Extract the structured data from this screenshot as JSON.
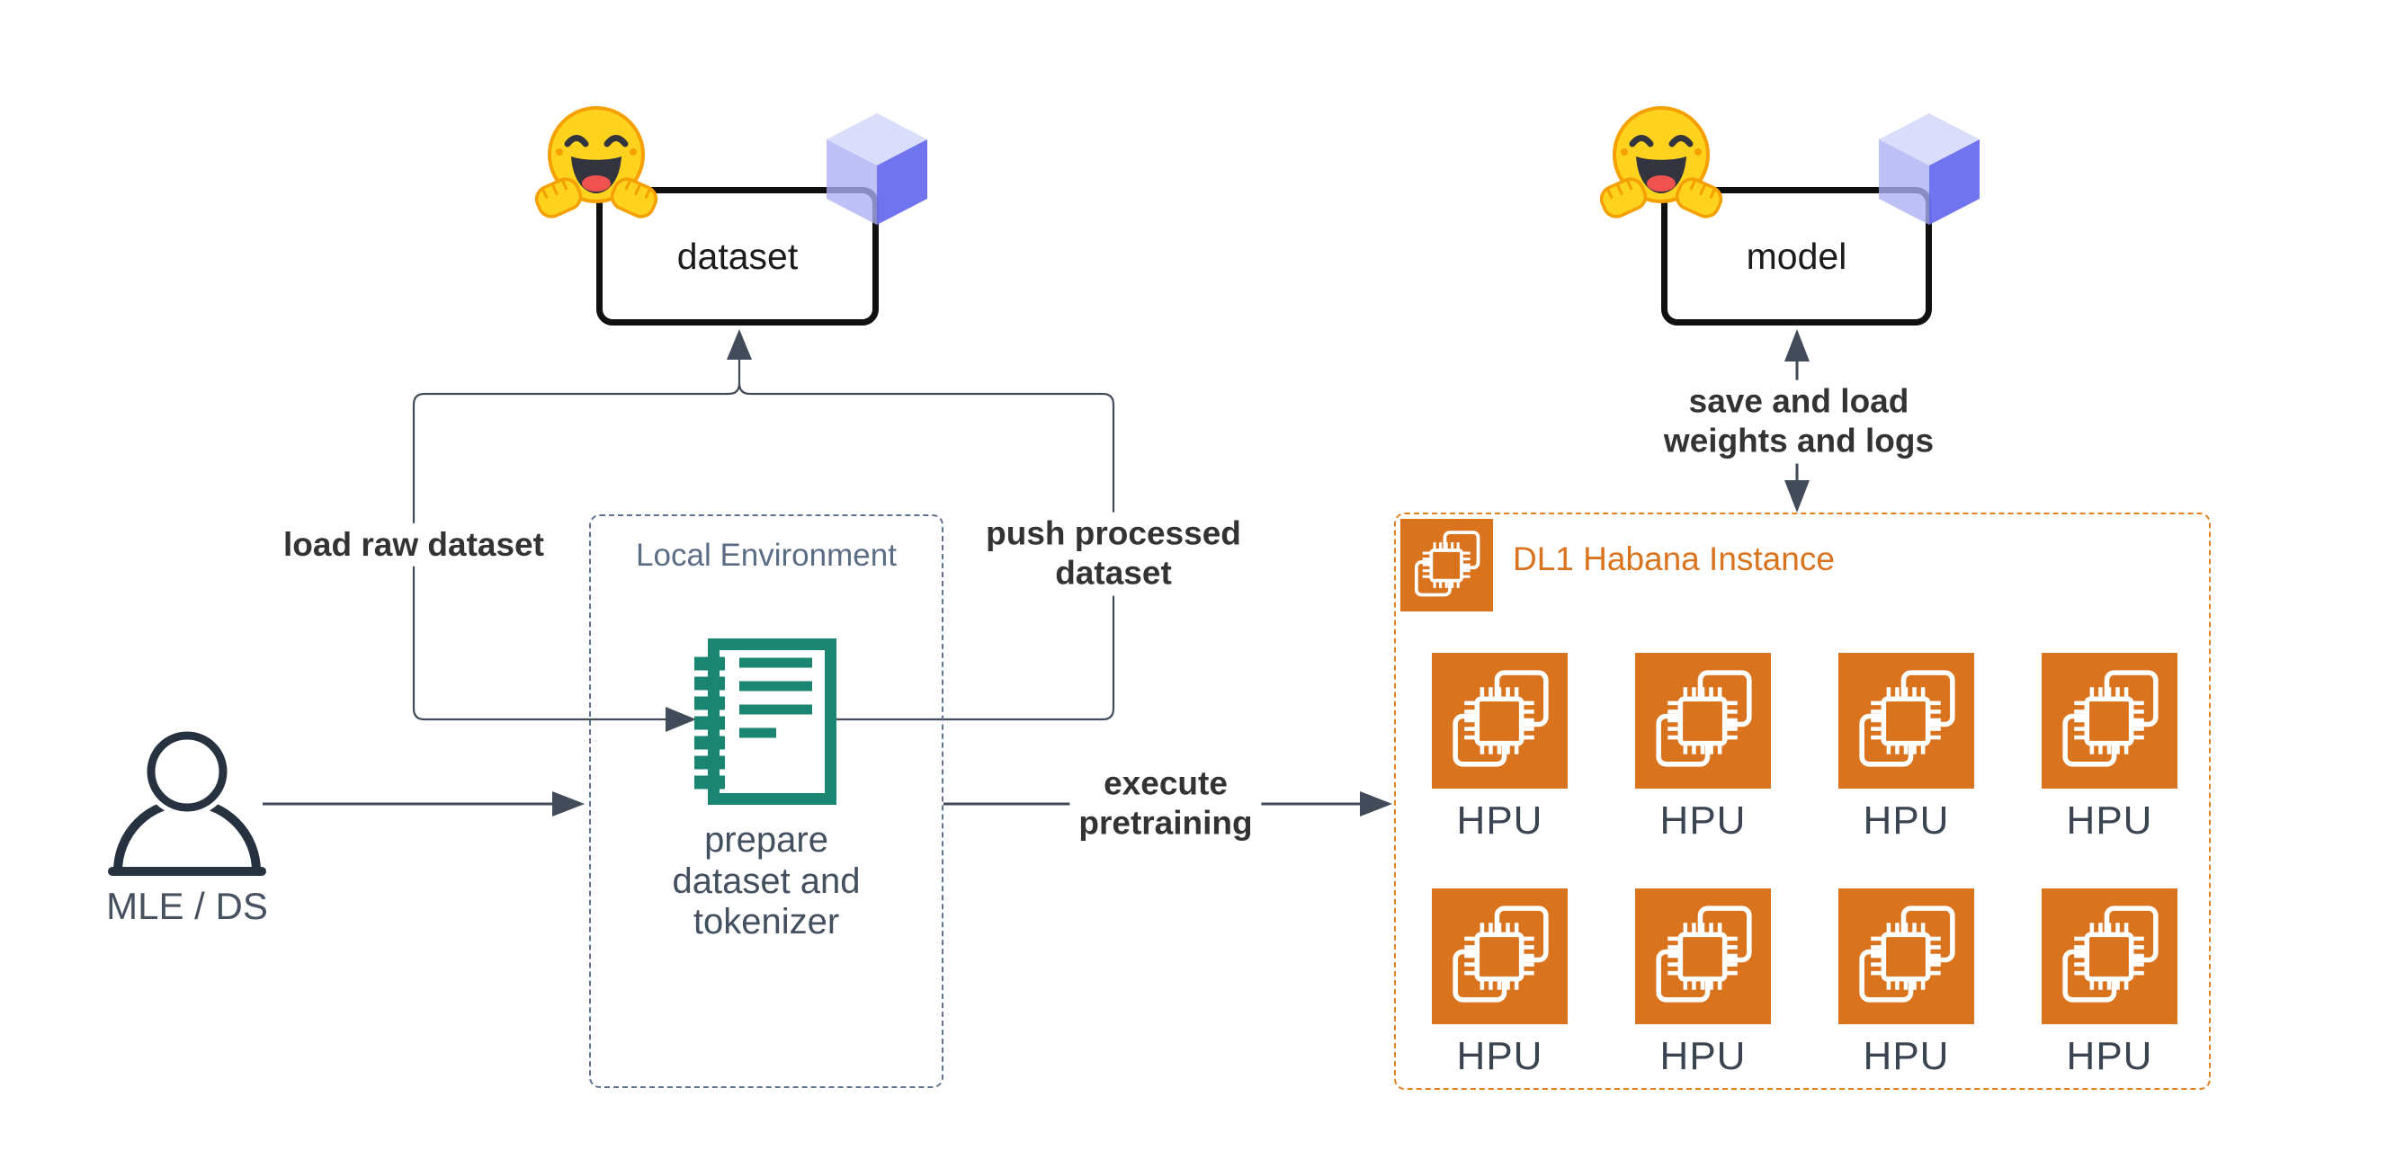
{
  "diagram": {
    "actor": {
      "label": "MLE / DS"
    },
    "hub_dataset": {
      "label": "dataset"
    },
    "hub_model": {
      "label": "model"
    },
    "local_env": {
      "title": "Local Environment",
      "process_label": "prepare\ndataset and\ntokenizer"
    },
    "dl1": {
      "title": "DL1 Habana Instance",
      "hpu_labels": [
        "HPU",
        "HPU",
        "HPU",
        "HPU",
        "HPU",
        "HPU",
        "HPU",
        "HPU"
      ]
    },
    "edges": {
      "load_raw": "load raw dataset",
      "push_processed": "push processed\ndataset",
      "execute": "execute\npretraining",
      "save_load": "save and load\nweights and logs"
    },
    "icons": {
      "hub": "hugging-face-icon",
      "repo": "cube-icon",
      "process": "notebook-icon",
      "accelerator": "chip-icon",
      "user": "person-icon"
    },
    "colors": {
      "orange_fill": "#d9731e",
      "orange_dashed_border": "#e2821f",
      "teal": "#1a8570",
      "slate_dashed_border": "#5f7390",
      "slate_text": "#5b6d85",
      "dark_text": "#3b4552",
      "edge_stroke": "#414b5a",
      "edge_label_text": "#333333",
      "hf_yellow": "#ffd21e",
      "hf_outline": "#f59f00",
      "cube_top": "#d8dbfa",
      "cube_left": "#aab0f4",
      "cube_right": "#6b71ee",
      "box_border": "#101010"
    }
  }
}
